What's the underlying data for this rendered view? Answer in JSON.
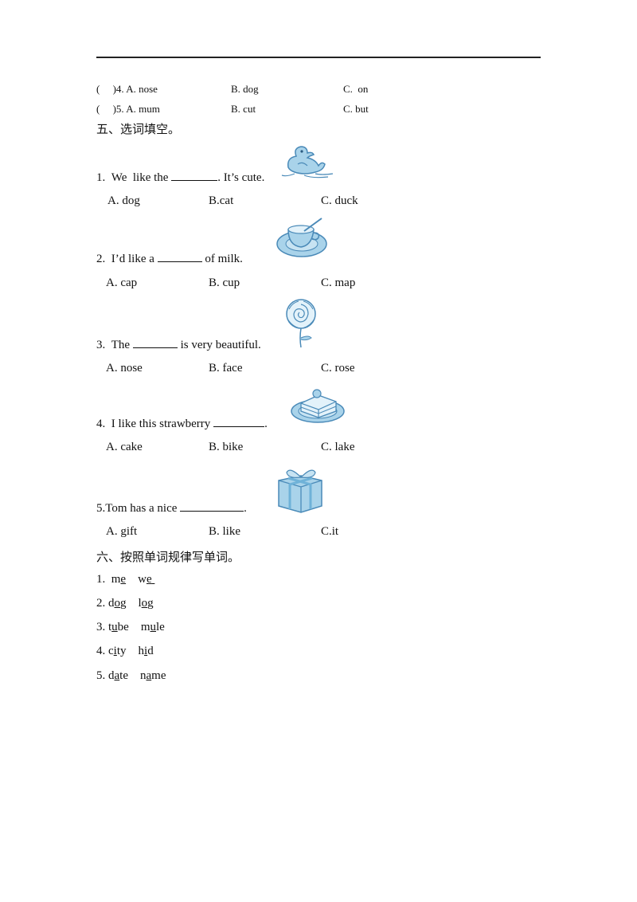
{
  "part4": {
    "rows": [
      {
        "paren": "(     )",
        "num": "4.",
        "a": "A. nose",
        "b": "B. dog",
        "c": "C.  on"
      },
      {
        "paren": "(     )",
        "num": "5.",
        "a": "A. mum",
        "b": "B. cut",
        "c": "C. but"
      }
    ]
  },
  "part5": {
    "heading": "五、选词填空。",
    "questions": [
      {
        "before": "1.  We  like the",
        "after": ". It’s cute.",
        "a": "A. dog",
        "b": "B.cat",
        "c": "C. duck",
        "image": "duck-icon"
      },
      {
        "before": "2.  I’d like a",
        "after": "of milk.",
        "a": "A. cap",
        "b": "B. cup",
        "c": "C. map",
        "image": "cup-icon"
      },
      {
        "before": "3.  The",
        "after": "is very beautiful.",
        "a": "A. nose",
        "b": "B. face",
        "c": "C. rose",
        "image": "rose-icon"
      },
      {
        "before": "4.  I like this strawberry",
        "after": ".",
        "a": "A. cake",
        "b": "B. bike",
        "c": "C. lake",
        "image": "cake-icon"
      },
      {
        "before": "5.Tom has a nice",
        "after": ".",
        "a": "A. gift",
        "b": "B. like",
        "c": "C.it",
        "image": "gift-icon"
      }
    ]
  },
  "part6": {
    "heading": "六、按照单词规律写单词。",
    "items": [
      {
        "num": "1.",
        "w1": [
          "m",
          "e",
          ""
        ],
        "w2": [
          "w",
          "e",
          " "
        ]
      },
      {
        "num": "2.",
        "w1": [
          "d",
          "o",
          "g"
        ],
        "w2": [
          "l",
          "o",
          "g"
        ]
      },
      {
        "num": "3.",
        "w1": [
          "t",
          "u",
          "be"
        ],
        "w2": [
          "m",
          "u",
          "le"
        ]
      },
      {
        "num": "4.",
        "w1": [
          "c",
          "i",
          "ty"
        ],
        "w2": [
          "h",
          "i",
          "d"
        ]
      },
      {
        "num": "5.",
        "w1": [
          "d",
          "a",
          "te"
        ],
        "w2": [
          "n",
          "a",
          "me"
        ]
      }
    ]
  },
  "colors": {
    "illustration": "#a9d3ea",
    "illustration_line": "#4a8ab8"
  }
}
